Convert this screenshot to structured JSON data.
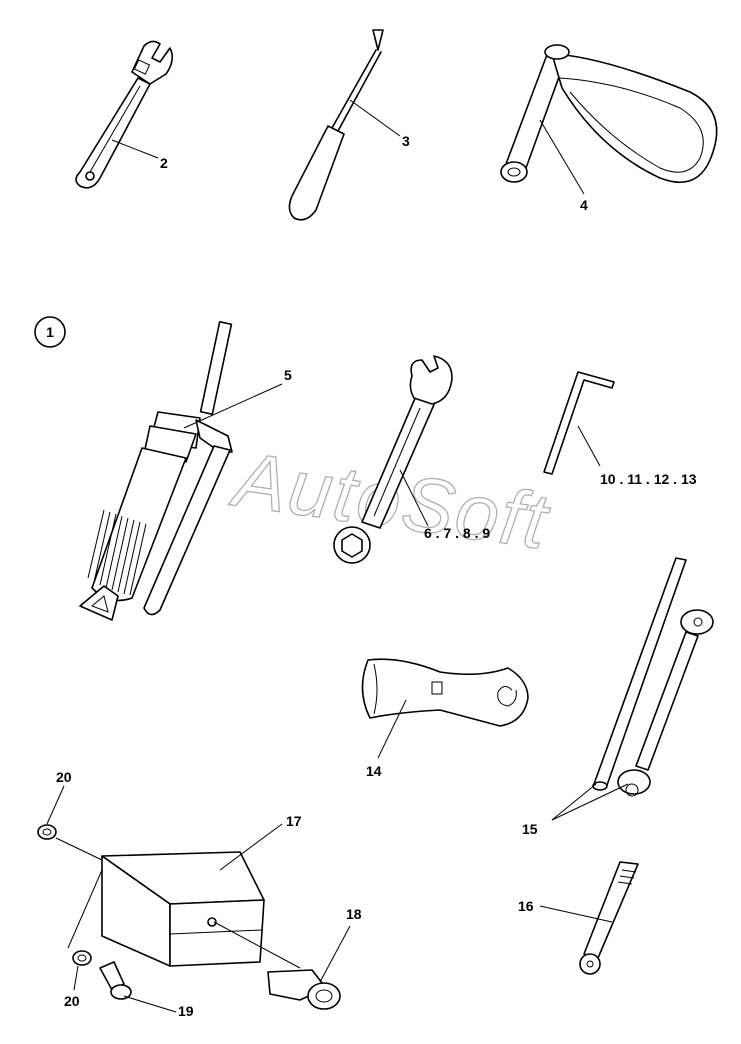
{
  "diagram": {
    "watermark": "AutoSoft",
    "group_marker": "1",
    "labels": {
      "adjustable_wrench": "2",
      "screwdriver": "3",
      "oil_filter_wrench": "4",
      "grease_gun": "5",
      "combination_wrench": "6 . 7 . 8 . 9",
      "hex_key": "10 . 11 . 12 . 13",
      "tool_roll": "14",
      "tommy_bar_and_box_spanner": "15",
      "spark_plug_spanner": "16",
      "tool_box": "17",
      "latch": "18",
      "screw": "19",
      "washer_top": "20",
      "washer_bottom": "20"
    }
  }
}
